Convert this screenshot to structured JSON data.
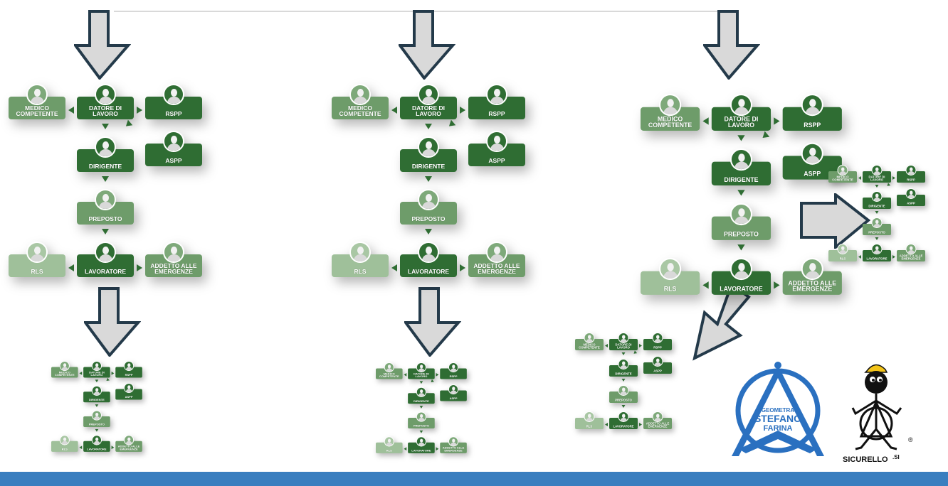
{
  "labels": {
    "medico": "MEDICO\nCOMPETENTE",
    "datore": "DATORE DI\nLAVORO",
    "rspp": "RSPP",
    "aspp": "ASPP",
    "dirigente": "DIRIGENTE",
    "preposto": "PREPOSTO",
    "rls": "RLS",
    "lavoratore": "LAVORATORE",
    "addetto": "ADDETTO ALLE\nEMERGENZE"
  },
  "logos": {
    "geometra_line1": "GEOMETRA",
    "geometra_line2": "STEFANO",
    "geometra_line3": "FARINA",
    "sicurello": "SICURELLO",
    "sicurello_suffix": ".SI",
    "registered": "®"
  },
  "colors": {
    "dark_green": "#2f6d33",
    "mid_green": "#6e9c6a",
    "pale_green": "#9fc09a",
    "arrow_fill": "#d9d9d9",
    "arrow_stroke": "#243a4a",
    "logo_blue": "#2a70c0",
    "footer_bar": "#3a7ebf"
  }
}
